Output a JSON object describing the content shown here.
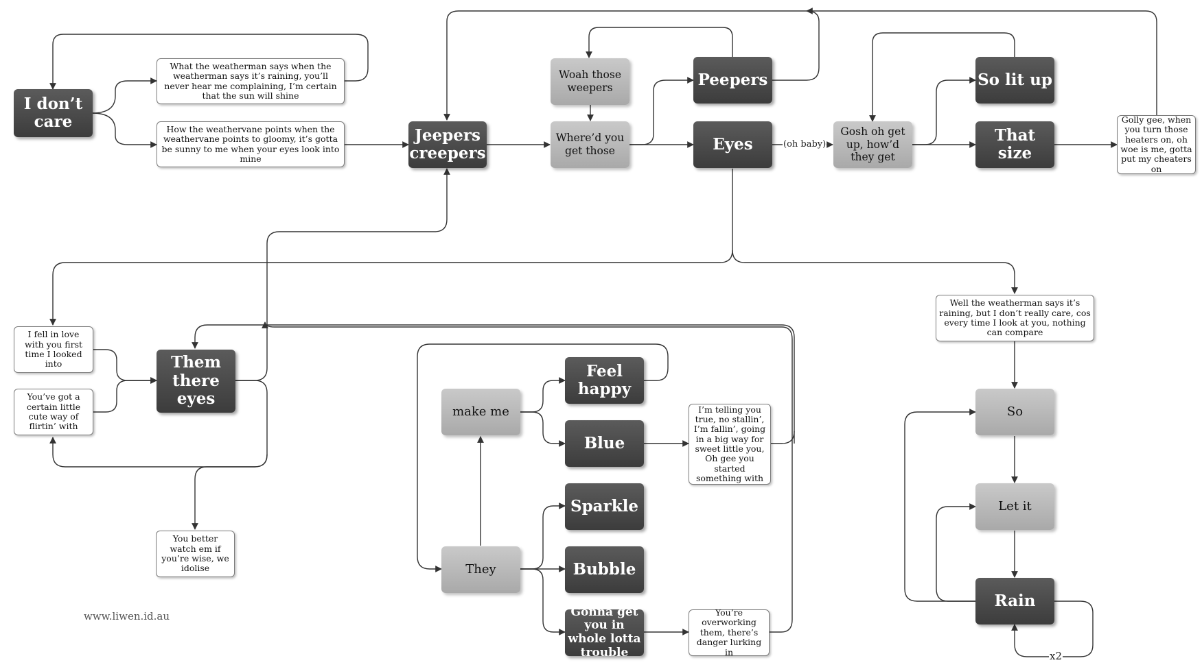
{
  "nodes": {
    "i_dont_care": "I don’t care",
    "weatherman": "What the weatherman says when the weatherman says it’s raining, you’ll never hear me complaining, I’m certain that the sun will shine",
    "weathervane": "How the weathervane points when the weathervane points to gloomy, it’s gotta be sunny to me when your eyes look into mine",
    "jeepers": "Jeepers creepers",
    "woah": "Woah those weepers",
    "whered": "Where’d you get those",
    "peepers": "Peepers",
    "eyes": "Eyes",
    "gosh": "Gosh oh get up, how’d they get",
    "so_lit_up": "So lit up",
    "that_size": "That size",
    "golly": "Golly gee, when you turn those heaters on, oh woe is me, gotta put my cheaters on",
    "fell_in_love": "I fell in love with you first time I looked into",
    "flirtin": "You’ve got a certain little cute way of flirtin’ with",
    "them_eyes": "Them there eyes",
    "better_watch": "You better watch em if you’re wise, we idolise",
    "make_me": "make me",
    "feel_happy": "Feel happy",
    "blue": "Blue",
    "telling_you": "I’m telling you true, no stallin’, I’m fallin’, going in a big way for sweet little you, Oh gee you started something with",
    "sparkle": "Sparkle",
    "they": "They",
    "bubble": "Bubble",
    "trouble": "Gonna get you in whole lotta trouble",
    "overworking": "You’re overworking them, there’s danger lurking in",
    "well_weatherman": "Well the weatherman says it’s raining, but I don’t really care, cos every time I look at you, nothing can compare",
    "so": "So",
    "let_it": "Let it",
    "rain": "Rain"
  },
  "labels": {
    "oh_baby": "(oh baby)",
    "x2": "x2"
  },
  "credit": "www.liwen.id.au",
  "colors": {
    "dark_box": "#4a4a4a",
    "light_box": "#b8b8b8",
    "edge": "#333333"
  }
}
